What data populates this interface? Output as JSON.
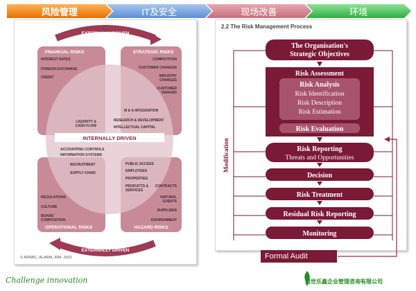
{
  "tabs": [
    "风险管理",
    "IT及安全",
    "现场改善",
    "环境"
  ],
  "left": {
    "ext_top": "EXTERNALLY DRIVEN",
    "ext_bottom": "EXTERNALLY DRIVEN",
    "internal": "INTERNALLY DRIVEN",
    "financial": {
      "title": "FINANCIAL RISKS",
      "items": [
        "INTEREST RATES",
        "FOREIGN EXCHANGE",
        "CREDIT"
      ]
    },
    "strategic": {
      "title": "STRATEGIC RISKS",
      "items": [
        "COMPETITION",
        "CUSTOMER CHANGES",
        "INDUSTRY",
        "CHANGES",
        "CUSTOMER",
        "DEMAND"
      ]
    },
    "center": [
      "LIQUIDITY &",
      "CASH FLOW",
      "M & A INTEGRATION",
      "RESEARCH & DEVELOPMENT",
      "INTELLECTUAL CAPITAL",
      "ACCOUNTING CONTROLS",
      "INFORMATION SYSTEMS",
      "RECRUITMENT",
      "SUPPLY CHAIN"
    ],
    "operational": {
      "title": "OPERATIONAL RISKS",
      "items": [
        "REGULATIONS",
        "CULTURE",
        "BOARD",
        "COMPOSITION"
      ]
    },
    "hazard": {
      "title": "HAZARD RISKS",
      "items": [
        "PUBLIC ACCESS",
        "EMPLOYEES",
        "PROPERTIES",
        "PRODUCTS &",
        "SERVICES",
        "CONTRACTS",
        "NATURAL",
        "EVENTS",
        "SUPPLIERS",
        "ENVIRONMENT"
      ]
    },
    "credit": "© AIRMIC, ALARM, IRM: 2002"
  },
  "right": {
    "heading": "2.2 The Risk Management Process",
    "objectives": [
      "The Organisation's",
      "Strategic Objectives"
    ],
    "assessment": "Risk Assessment",
    "analysis": "Risk Analysis",
    "analysis_items": [
      "Risk Identification",
      "Risk Description",
      "Risk Estimation"
    ],
    "evaluation": "Risk Evaluation",
    "reporting": [
      "Risk Reporting",
      "Threats and Opportunities"
    ],
    "decision": "Decision",
    "treatment": "Risk Treatment",
    "residual": "Residual Risk Reporting",
    "monitoring": "Monitoring",
    "modification": "Modification"
  },
  "formal_audit": "Formal Audit",
  "footer": {
    "slogan": "Challenge innovation",
    "company": "盛世乐鑫企业管理咨询有限公司"
  }
}
